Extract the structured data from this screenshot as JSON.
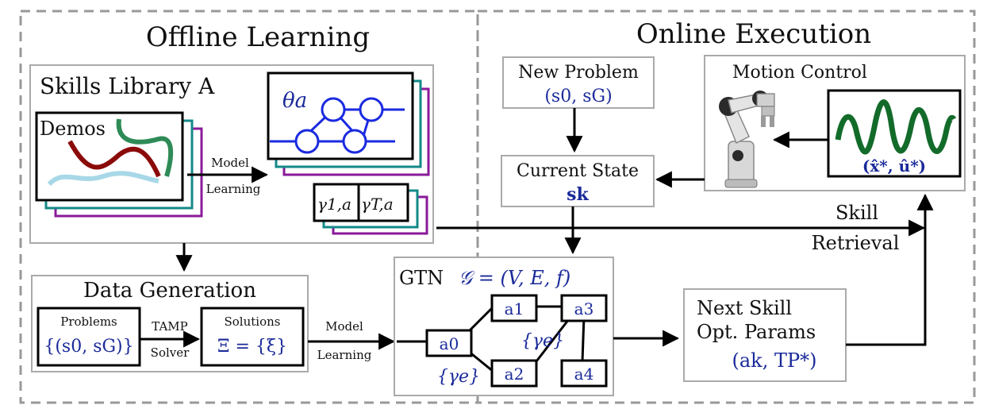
{
  "sections": {
    "offline": "Offline Learning",
    "online": "Online Execution"
  },
  "skills_library": {
    "title": "Skills Library A",
    "demos": "Demos",
    "theta": "θa",
    "gamma_first": "γ1,a",
    "gamma_last": "γT,a"
  },
  "model_learning_top": {
    "line1": "Model",
    "line2": "Learning"
  },
  "data_generation": {
    "title": "Data Generation",
    "problems_label": "Problems",
    "problems_math": "{(s0, sG)}",
    "tamp_line1": "TAMP",
    "tamp_line2": "Solver",
    "solutions_label": "Solutions",
    "solutions_math": "Ξ = {ξ}"
  },
  "model_learning_bottom": {
    "line1": "Model",
    "line2": "Learning"
  },
  "new_problem": {
    "title": "New Problem",
    "math": "(s0, sG)"
  },
  "current_state": {
    "title": "Current State",
    "math": "sk"
  },
  "motion_control": {
    "title": "Motion Control",
    "math": "(x̂*, û*)"
  },
  "skill_retrieval": {
    "line1": "Skill",
    "line2": "Retrieval"
  },
  "gtn": {
    "title": "GTN",
    "math": "𝒢 = (V, E, f)",
    "nodes": [
      "a0",
      "a1",
      "a2",
      "a3",
      "a4"
    ],
    "gamma_label_top": "{γe}",
    "gamma_label_bottom": "{γe}"
  },
  "next_skill": {
    "line1": "Next Skill",
    "line2": "Opt. Params",
    "math": "(ak, TP*)"
  },
  "colors": {
    "teal": "#138a88",
    "purple": "#8a1a9a",
    "blue_net": "#1a2ae0",
    "trajectory_green": "#136b2a",
    "demo_darkred": "#8b0a0a",
    "demo_lightblue": "#a8d8e8",
    "demo_green": "#2e8b57",
    "math_blue": "#1a2a9a"
  }
}
